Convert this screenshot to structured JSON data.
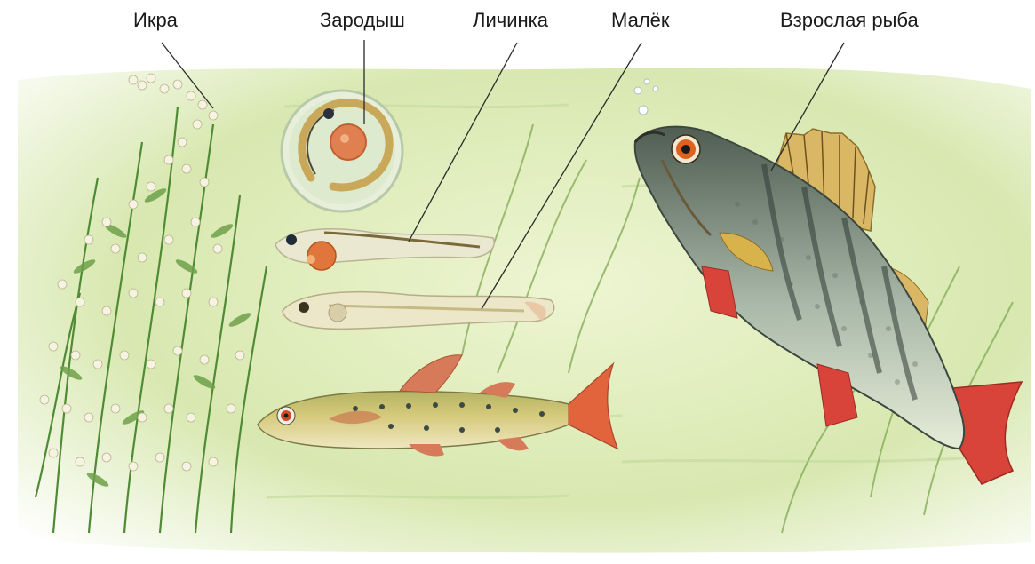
{
  "labels": {
    "eggs": "Икра",
    "embryo": "Зародыш",
    "larva": "Личинка",
    "fry": "Малёк",
    "adult": "Взрослая рыба"
  },
  "colors": {
    "water_light": "#e8f1c8",
    "water_mid": "#c9dea0",
    "plant": "#5f8f3a",
    "roe": "#f4f1de",
    "fish_body": "#aab8a6",
    "fish_dark": "#3f4c44",
    "fin_red": "#d9443a",
    "fin_yellow": "#d8b24a",
    "fry_body": "#cbbf6a",
    "eye": "#e06020"
  }
}
